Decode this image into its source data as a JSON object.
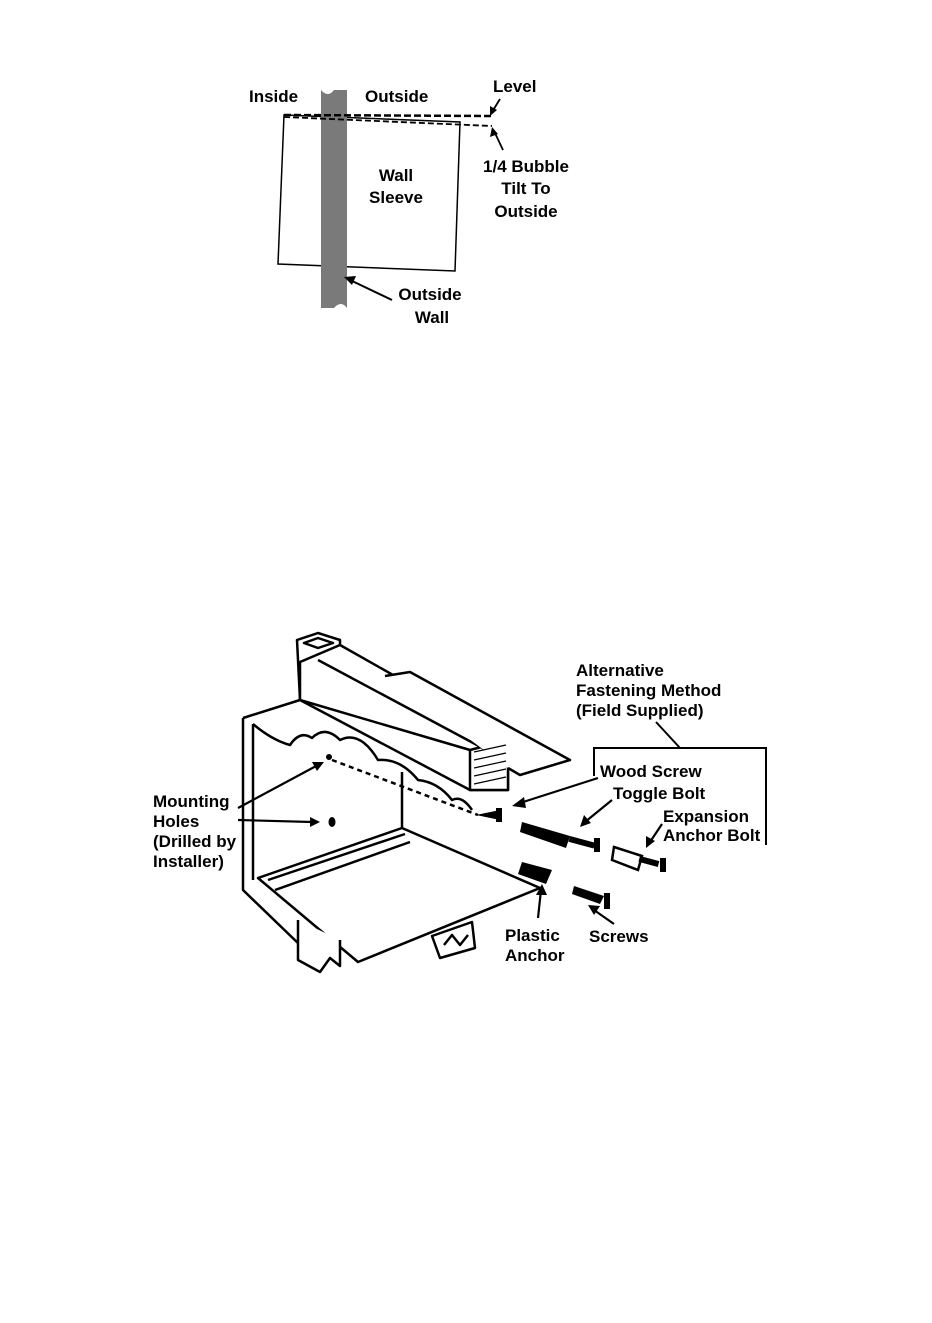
{
  "figure_top": {
    "labels": {
      "inside": "Inside",
      "outside": "Outside",
      "level": "Level",
      "wall_sleeve_line1": "Wall",
      "wall_sleeve_line2": "Sleeve",
      "bubble_line1": "1/4 Bubble",
      "bubble_line2": "Tilt To",
      "bubble_line3": "Outside",
      "outside_wall_line1": "Outside",
      "outside_wall_line2": "Wall"
    },
    "colors": {
      "wall": "#7a7a7a",
      "line": "#000000"
    }
  },
  "figure_bottom": {
    "labels": {
      "alt_line1": "Alternative",
      "alt_line2": "Fastening Method",
      "alt_line3": "(Field Supplied)",
      "wood_screw": "Wood Screw",
      "toggle_bolt": "Toggle Bolt",
      "expansion_line1": "Expansion",
      "expansion_line2": "Anchor Bolt",
      "mounting_line1": "Mounting",
      "mounting_line2": "Holes",
      "mounting_line3": "(Drilled by",
      "mounting_line4": "Installer)",
      "plastic_line1": "Plastic",
      "plastic_line2": "Anchor",
      "screws": "Screws"
    }
  }
}
